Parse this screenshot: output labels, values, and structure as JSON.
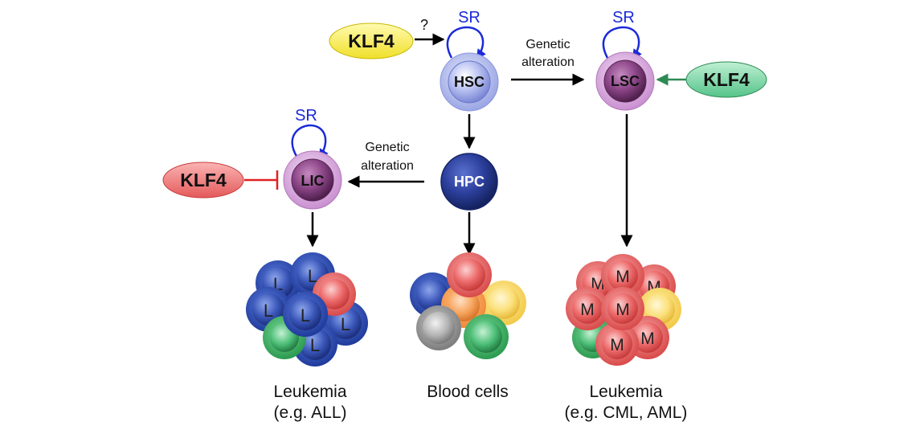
{
  "diagram": {
    "top": {
      "klf4_label": "KLF4",
      "question_mark": "?",
      "hsc_sr": "SR",
      "hsc_label": "HSC",
      "genetic_line1": "Genetic",
      "genetic_line2": "alteration",
      "lsc_sr": "SR",
      "lsc_label": "LSC",
      "klf4_right_label": "KLF4"
    },
    "middle": {
      "lic_sr": "SR",
      "klf4_left_label": "KLF4",
      "lic_label": "LIC",
      "genetic_line1": "Genetic",
      "genetic_line2": "alteration",
      "hpc_label": "HPC"
    },
    "clusters": {
      "all_cell_letter": "L",
      "aml_cell_letter": "M"
    },
    "captions": {
      "left_line1": "Leukemia",
      "left_line2": "(e.g. ALL)",
      "center_line1": "Blood cells",
      "right_line1": "Leukemia",
      "right_line2": "(e.g. CML, AML)"
    },
    "colors": {
      "klf4_yellow": "#f5ec3a",
      "klf4_green": "#6fd1a1",
      "klf4_red": "#ee6e6e",
      "sr_loop": "#1a2ad8",
      "hsc_blue": "#a9b4ee",
      "hpc_blue": "#2c3f9c",
      "lsc_purple": "#8c4688",
      "inhibit_red": "#e02020",
      "activate_green": "#2e8a55"
    }
  }
}
